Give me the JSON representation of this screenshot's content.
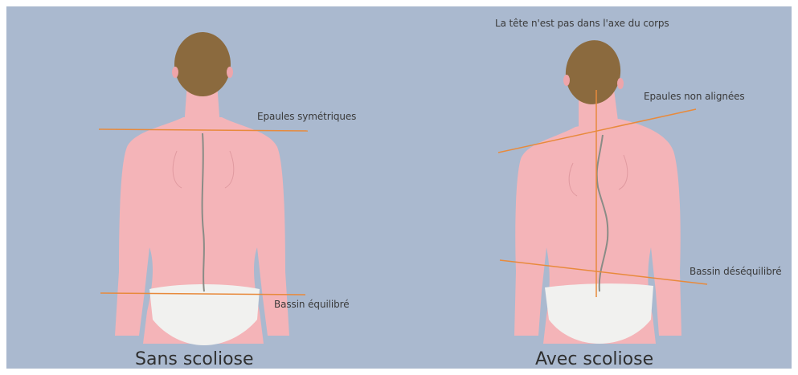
{
  "left_figure": {
    "caption": "Sans scoliose",
    "labels": {
      "shoulders": "Epaules symétriques",
      "pelvis": "Bassin équilibré"
    }
  },
  "right_figure": {
    "caption": "Avec scoliose",
    "labels": {
      "head": "La tête n'est pas dans l'axe du corps",
      "shoulders": "Epaules non alignées",
      "pelvis": "Bassin déséquilibré"
    }
  },
  "colors": {
    "background": "#aab9cf",
    "skin": "#f4b4b8",
    "hair": "#8b6a3e",
    "underwear": "#f1f1ef",
    "guide_line": "#e88a3c",
    "spine": "#8a8c86"
  }
}
